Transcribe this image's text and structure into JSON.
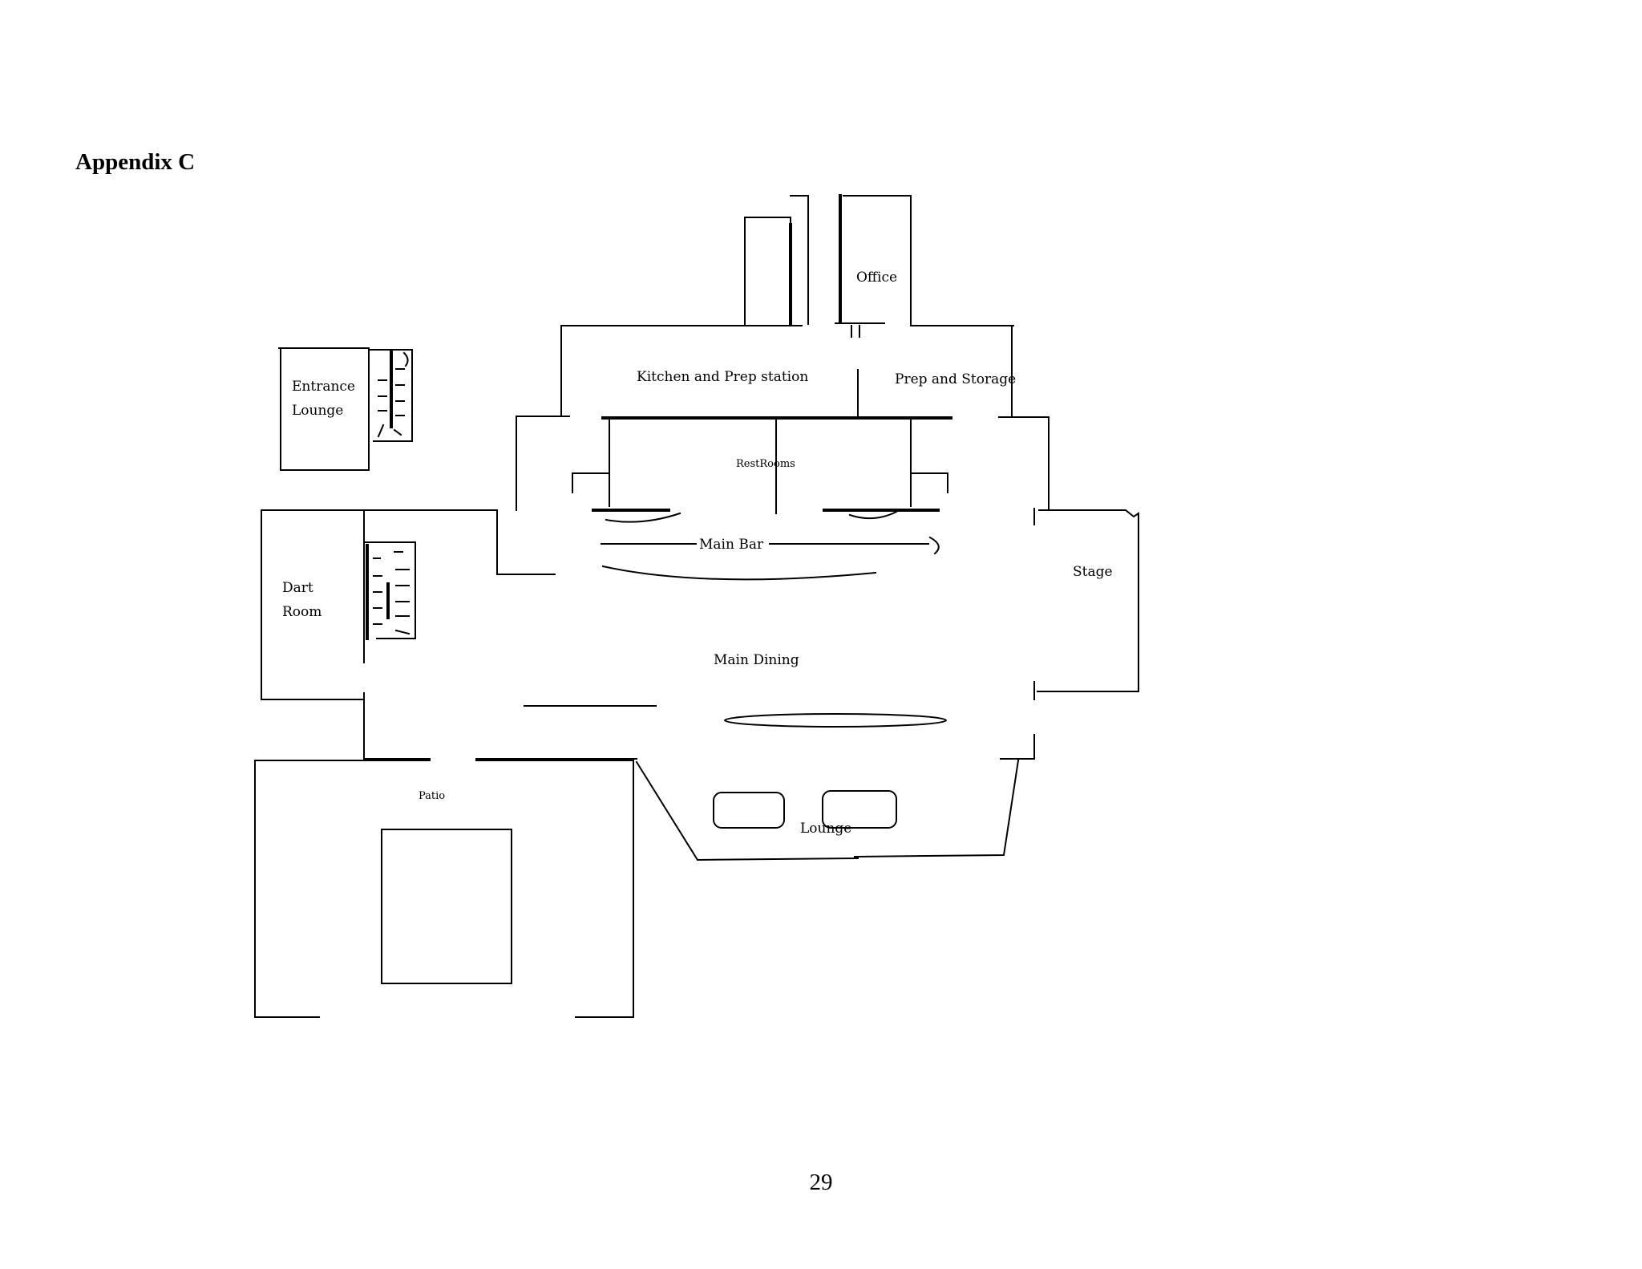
{
  "page": {
    "heading": "Appendix C",
    "page_number": "29"
  },
  "floor_plan": {
    "rooms": {
      "office": "Office",
      "kitchen": "Kitchen and Prep station",
      "prep_storage": "Prep and Storage",
      "entrance_lounge_line1": "Entrance",
      "entrance_lounge_line2": "Lounge",
      "restrooms": "RestRooms",
      "main_bar": "Main Bar",
      "stage": "Stage",
      "dart_room_line1": "Dart",
      "dart_room_line2": "Room",
      "main_dining": "Main Dining",
      "patio": "Patio",
      "lounge": "Lounge"
    }
  }
}
